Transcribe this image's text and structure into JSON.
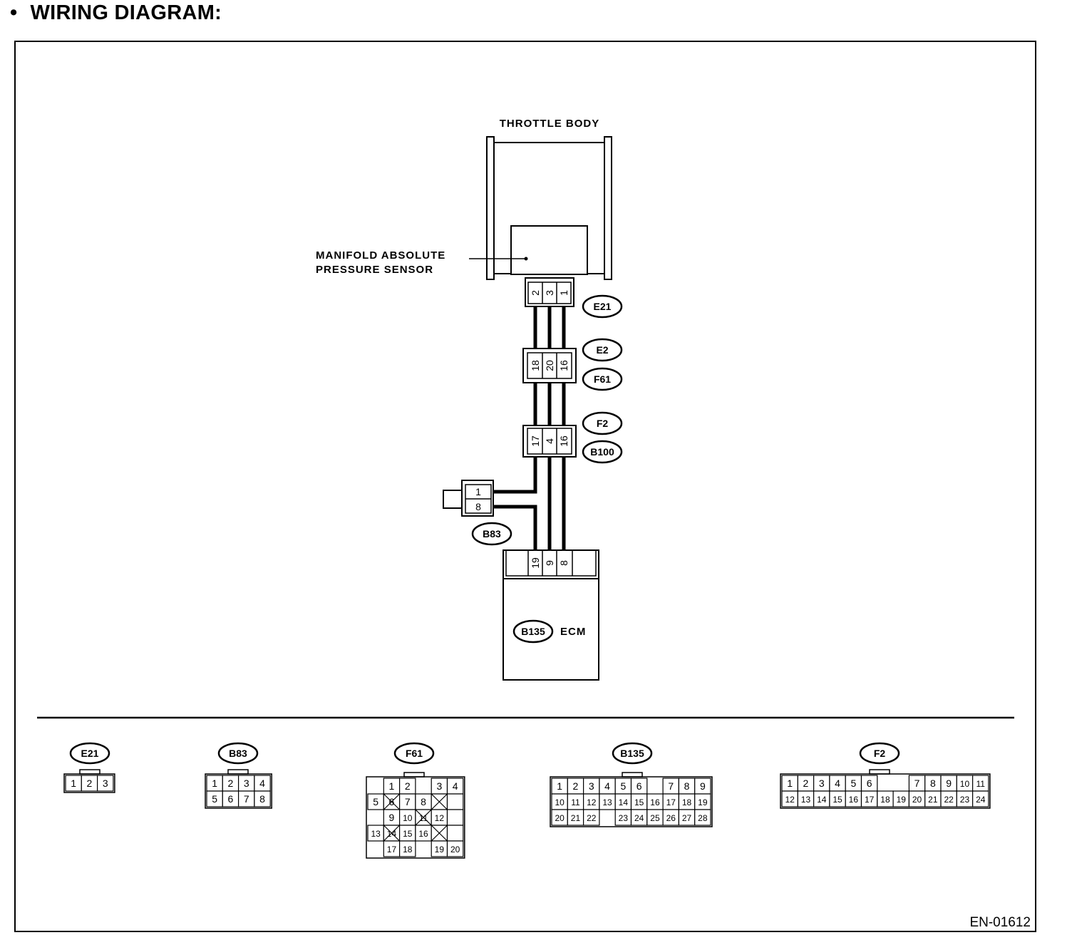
{
  "heading": {
    "bullet": "•",
    "title": "WIRING DIAGRAM:"
  },
  "diagram": {
    "throttle_body": "THROTTLE BODY",
    "sensor_line1": "MANIFOLD ABSOLUTE",
    "sensor_line2": "PRESSURE SENSOR",
    "ecm_label": "ECM",
    "figure_code": "EN-01612",
    "connectors": {
      "E21": {
        "id": "E21",
        "pins": [
          "2",
          "3",
          "1"
        ]
      },
      "E2_F61": {
        "id_top": "E2",
        "id_bottom": "F61",
        "pins": [
          "18",
          "20",
          "16"
        ]
      },
      "F2_B100": {
        "id_top": "F2",
        "id_bottom": "B100",
        "pins": [
          "17",
          "4",
          "16"
        ]
      },
      "B83": {
        "id": "B83",
        "pins": [
          "1",
          "8"
        ]
      },
      "B135": {
        "id": "B135",
        "pins": [
          "19",
          "9",
          "8"
        ]
      }
    }
  },
  "legend": [
    {
      "id": "E21",
      "rows": [
        [
          "1",
          "2",
          "3"
        ]
      ]
    },
    {
      "id": "B83",
      "rows": [
        [
          "1",
          "2",
          "3",
          "4"
        ],
        [
          "5",
          "6",
          "7",
          "8"
        ]
      ]
    },
    {
      "id": "F61",
      "rows": [
        [
          "1",
          "2",
          "3",
          "4"
        ],
        [
          "5",
          "6",
          "7",
          "8"
        ],
        [
          "9",
          "10",
          "11",
          "12"
        ],
        [
          "13",
          "14",
          "15",
          "16"
        ],
        [
          "17",
          "18",
          "19",
          "20"
        ]
      ]
    },
    {
      "id": "B135",
      "rows": [
        [
          "1",
          "2",
          "3",
          "4",
          "5",
          "6",
          "7",
          "8",
          "9"
        ],
        [
          "10",
          "11",
          "12",
          "13",
          "14",
          "15",
          "16",
          "17",
          "18",
          "19"
        ],
        [
          "20",
          "21",
          "22",
          "23",
          "24",
          "25",
          "26",
          "27",
          "28"
        ]
      ]
    },
    {
      "id": "F2",
      "rows": [
        [
          "1",
          "2",
          "3",
          "4",
          "5",
          "6",
          "7",
          "8",
          "9",
          "10",
          "11"
        ],
        [
          "12",
          "13",
          "14",
          "15",
          "16",
          "17",
          "18",
          "19",
          "20",
          "21",
          "22",
          "23",
          "24"
        ]
      ]
    }
  ]
}
